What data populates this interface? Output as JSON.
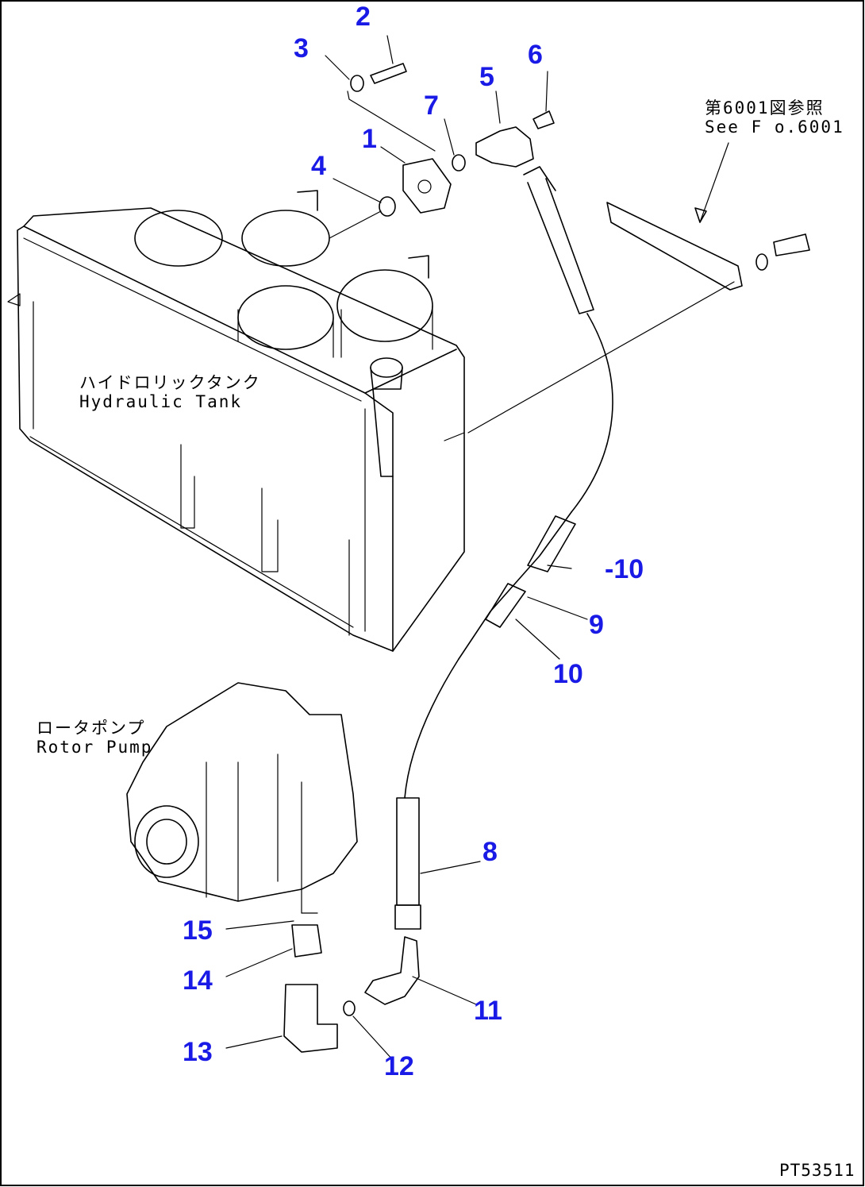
{
  "parts": {
    "p1": "1",
    "p2": "2",
    "p3": "3",
    "p4": "4",
    "p5": "5",
    "p6": "6",
    "p7": "7",
    "p8": "8",
    "p9": "9",
    "p10a": "-10",
    "p10b": "10",
    "p11": "11",
    "p12": "12",
    "p13": "13",
    "p14": "14",
    "p15": "15"
  },
  "labels": {
    "ref_jp": "第6001図参照",
    "ref_en": "See F o.6001",
    "tank_jp": "ハイドロリックタンク",
    "tank_en": "Hydraulic Tank",
    "pump_jp": "ロータポンプ",
    "pump_en": "Rotor Pump"
  },
  "drawing_code": "PT53511",
  "colors": {
    "part_number": "#1a1ae6",
    "line": "#000000",
    "background": "#ffffff"
  }
}
